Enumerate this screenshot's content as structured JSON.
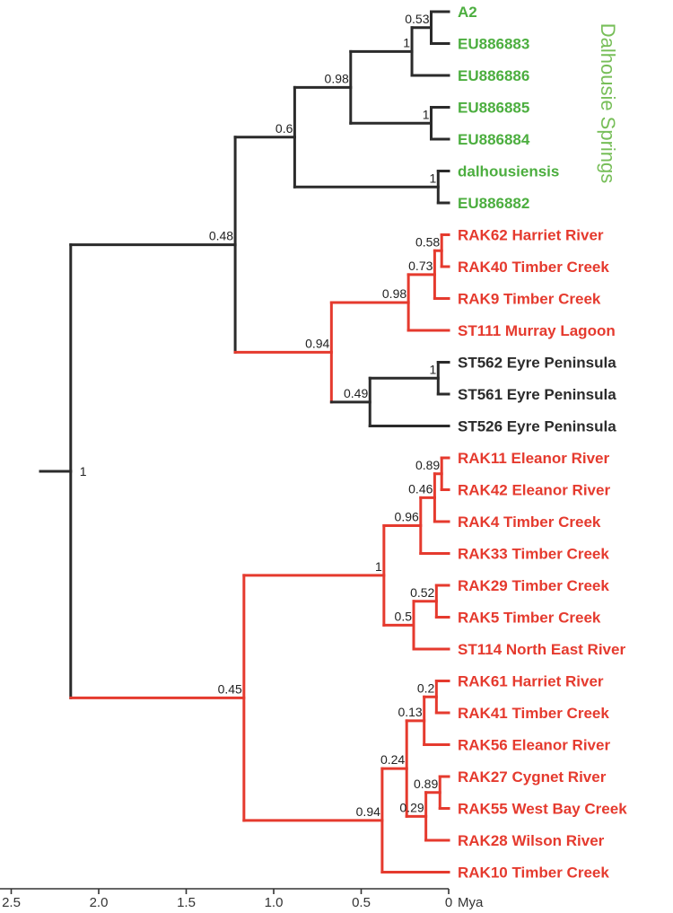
{
  "colors": {
    "dalhousie": "#4cae3f",
    "red": "#e53a2e",
    "dark": "#2b2b2b"
  },
  "clade_label": {
    "text": "Dalhousie Springs",
    "color": "#77be58"
  },
  "axis": {
    "unit": "Mya",
    "ticks": [
      "2.5",
      "2.0",
      "1.5",
      "1.0",
      "0.5",
      "0"
    ],
    "tick_values": [
      2.5,
      2.0,
      1.5,
      1.0,
      0.5,
      0
    ]
  },
  "tips": [
    {
      "name": "A2",
      "color": "#4cae3f"
    },
    {
      "name": "EU886883",
      "color": "#4cae3f"
    },
    {
      "name": "EU886886",
      "color": "#4cae3f"
    },
    {
      "name": "EU886885",
      "color": "#4cae3f"
    },
    {
      "name": "EU886884",
      "color": "#4cae3f"
    },
    {
      "name": "dalhousiensis",
      "color": "#4cae3f"
    },
    {
      "name": "EU886882",
      "color": "#4cae3f"
    },
    {
      "name": "RAK62 Harriet River",
      "color": "#e53a2e"
    },
    {
      "name": "RAK40 Timber Creek",
      "color": "#e53a2e"
    },
    {
      "name": "RAK9 Timber Creek",
      "color": "#e53a2e"
    },
    {
      "name": "ST111 Murray Lagoon",
      "color": "#e53a2e"
    },
    {
      "name": "ST562 Eyre Peninsula",
      "color": "#2b2b2b"
    },
    {
      "name": "ST561 Eyre Peninsula",
      "color": "#2b2b2b"
    },
    {
      "name": "ST526 Eyre Peninsula",
      "color": "#2b2b2b"
    },
    {
      "name": "RAK11 Eleanor River",
      "color": "#e53a2e"
    },
    {
      "name": "RAK42 Eleanor River",
      "color": "#e53a2e"
    },
    {
      "name": "RAK4 Timber Creek",
      "color": "#e53a2e"
    },
    {
      "name": "RAK33 Timber Creek",
      "color": "#e53a2e"
    },
    {
      "name": "RAK29 Timber Creek",
      "color": "#e53a2e"
    },
    {
      "name": "RAK5 Timber Creek",
      "color": "#e53a2e"
    },
    {
      "name": "ST114 North East River",
      "color": "#e53a2e"
    },
    {
      "name": "RAK61 Harriet River",
      "color": "#e53a2e"
    },
    {
      "name": "RAK41 Timber Creek",
      "color": "#e53a2e"
    },
    {
      "name": "RAK56 Eleanor River",
      "color": "#e53a2e"
    },
    {
      "name": "RAK27 Cygnet River",
      "color": "#e53a2e"
    },
    {
      "name": "RAK55 West Bay Creek",
      "color": "#e53a2e"
    },
    {
      "name": "RAK28 Wilson River",
      "color": "#e53a2e"
    },
    {
      "name": "RAK10 Timber Creek",
      "color": "#e53a2e"
    }
  ],
  "nodes": [
    {
      "id": "root",
      "age": 2.16,
      "support": "1",
      "children": [
        "n_upper",
        "n_lower"
      ],
      "color": "#2b2b2b"
    },
    {
      "id": "n_upper",
      "age": 1.22,
      "support": "0.48",
      "children": [
        "n_dal",
        "n_mid"
      ],
      "color": "#2b2b2b"
    },
    {
      "id": "n_dal",
      "age": 0.88,
      "support": "0.6",
      "children": [
        "n_d1",
        "n_d4"
      ],
      "color": "#2b2b2b"
    },
    {
      "id": "n_d1",
      "age": 0.56,
      "support": "0.98",
      "children": [
        "n_d2",
        "n_d3"
      ],
      "color": "#2b2b2b"
    },
    {
      "id": "n_d2",
      "age": 0.21,
      "support": "1",
      "children": [
        "n_d2a",
        "EU886886"
      ],
      "color": "#2b2b2b"
    },
    {
      "id": "n_d2a",
      "age": 0.1,
      "support": "0.53",
      "children": [
        "A2",
        "EU886883"
      ],
      "color": "#2b2b2b"
    },
    {
      "id": "n_d3",
      "age": 0.1,
      "support": "1",
      "children": [
        "EU886885",
        "EU886884"
      ],
      "color": "#2b2b2b"
    },
    {
      "id": "n_d4",
      "age": 0.06,
      "support": "1",
      "children": [
        "dalhousiensis",
        "EU886882"
      ],
      "color": "#2b2b2b"
    },
    {
      "id": "n_mid",
      "age": 0.67,
      "support": "0.94",
      "children": [
        "n_m1",
        "n_m4"
      ],
      "color": "#e53a2e"
    },
    {
      "id": "n_m1",
      "age": 0.23,
      "support": "0.98",
      "children": [
        "n_m2",
        "ST111 Murray Lagoon"
      ],
      "color": "#e53a2e"
    },
    {
      "id": "n_m2",
      "age": 0.08,
      "support": "0.73",
      "children": [
        "n_m3",
        "RAK9 Timber Creek"
      ],
      "color": "#e53a2e"
    },
    {
      "id": "n_m3",
      "age": 0.04,
      "support": "0.58",
      "children": [
        "RAK62 Harriet River",
        "RAK40 Timber Creek"
      ],
      "color": "#e53a2e"
    },
    {
      "id": "n_m4",
      "age": 0.45,
      "support": "0.49",
      "children": [
        "n_m5",
        "ST526 Eyre Peninsula"
      ],
      "color": "#2b2b2b"
    },
    {
      "id": "n_m5",
      "age": 0.06,
      "support": "1",
      "children": [
        "ST562 Eyre Peninsula",
        "ST561 Eyre Peninsula"
      ],
      "color": "#2b2b2b"
    },
    {
      "id": "n_lower",
      "age": 1.17,
      "support": "0.45",
      "children": [
        "n_l1",
        "n_l8"
      ],
      "color": "#e53a2e"
    },
    {
      "id": "n_l1",
      "age": 0.37,
      "support": "1",
      "children": [
        "n_l2",
        "n_l5"
      ],
      "color": "#e53a2e"
    },
    {
      "id": "n_l2",
      "age": 0.16,
      "support": "0.96",
      "children": [
        "n_l3",
        "RAK33 Timber Creek"
      ],
      "color": "#e53a2e"
    },
    {
      "id": "n_l3",
      "age": 0.08,
      "support": "0.46",
      "children": [
        "n_l4",
        "RAK4 Timber Creek"
      ],
      "color": "#e53a2e"
    },
    {
      "id": "n_l4",
      "age": 0.04,
      "support": "0.89",
      "children": [
        "RAK11 Eleanor River",
        "RAK42 Eleanor River"
      ],
      "color": "#e53a2e"
    },
    {
      "id": "n_l5",
      "age": 0.2,
      "support": "0.5",
      "children": [
        "n_l6",
        "ST114 North East River"
      ],
      "color": "#e53a2e"
    },
    {
      "id": "n_l6",
      "age": 0.07,
      "support": "0.52",
      "children": [
        "RAK29 Timber Creek",
        "RAK5 Timber Creek"
      ],
      "color": "#e53a2e"
    },
    {
      "id": "n_l8",
      "age": 0.38,
      "support": "0.94",
      "children": [
        "n_l9",
        "RAK10 Timber Creek"
      ],
      "color": "#e53a2e"
    },
    {
      "id": "n_l9",
      "age": 0.24,
      "support": "0.24",
      "children": [
        "n_l10",
        "n_l12"
      ],
      "color": "#e53a2e"
    },
    {
      "id": "n_l10",
      "age": 0.14,
      "support": "0.13",
      "children": [
        "n_l11",
        "RAK56 Eleanor River"
      ],
      "color": "#e53a2e"
    },
    {
      "id": "n_l11",
      "age": 0.07,
      "support": "0.2",
      "children": [
        "RAK61 Harriet River",
        "RAK41 Timber Creek"
      ],
      "color": "#e53a2e"
    },
    {
      "id": "n_l12",
      "age": 0.13,
      "support": "0.29",
      "children": [
        "n_l13",
        "RAK28 Wilson River"
      ],
      "color": "#e53a2e"
    },
    {
      "id": "n_l13",
      "age": 0.05,
      "support": "0.89",
      "children": [
        "RAK27 Cygnet River",
        "RAK55 West Bay Creek"
      ],
      "color": "#e53a2e"
    }
  ]
}
